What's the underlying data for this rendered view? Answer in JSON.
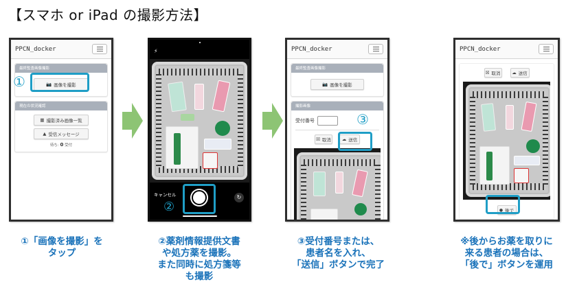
{
  "title": "【スマホ or iPad の撮影方法】",
  "colors": {
    "highlight": "#1f9ec6",
    "arrow": "#8dc474",
    "caption": "#1b73ba",
    "card_header": "#a9b0ba",
    "phone_frame": "#2e2e2e"
  },
  "steps": [
    {
      "number": "①",
      "app": {
        "brand": "PPCN_docker",
        "menu_icon": "hamburger-icon",
        "cards": [
          {
            "header": "最終監査画像撮影",
            "buttons": [
              {
                "icon": "camera-icon",
                "label": "画像を撮影"
              }
            ]
          },
          {
            "header": "現在の状況確認",
            "buttons": [
              {
                "icon": "images-icon",
                "label": "撮影済み画像一覧"
              },
              {
                "icon": "bell-icon",
                "label": "受信メッセージ"
              }
            ],
            "status": {
              "prefix": "待ち:",
              "count": "0",
              "suffix": "受付"
            }
          }
        ]
      },
      "caption": "①「画像を撮影」を\nタップ"
    },
    {
      "number": "②",
      "camera": {
        "flash_icon": "flash-icon",
        "cancel_label": "キャンセル",
        "shutter_icon": "shutter-button",
        "switch_icon": "switch-camera-icon"
      },
      "caption": "②薬剤情報提供文書\nや処方薬を撮影。\nまた同時に処方箋等\nも撮影"
    },
    {
      "number": "③",
      "app": {
        "brand": "PPCN_docker",
        "menu_icon": "hamburger-icon",
        "cards": [
          {
            "header": "最終監査画像撮影",
            "buttons": [
              {
                "icon": "camera-icon",
                "label": "画像を撮影"
              }
            ]
          },
          {
            "header": "撮影画像",
            "field_label": "受付番号",
            "field_value": "",
            "buttons": [
              {
                "icon": "close-box-icon",
                "label": "取消"
              },
              {
                "icon": "cloud-upload-icon",
                "label": "送信"
              }
            ]
          }
        ]
      },
      "caption": "③受付番号または、\n患者名を入れ、\n「送信」ボタンで完了"
    },
    {
      "number": "※",
      "app": {
        "brand": "PPCN_docker",
        "menu_icon": "hamburger-icon",
        "buttons": [
          {
            "icon": "close-box-icon",
            "label": "取消"
          },
          {
            "icon": "cloud-upload-icon",
            "label": "送信"
          }
        ],
        "later_button": {
          "icon": "circle-icon",
          "label": "後で"
        }
      },
      "caption": "※後からお薬を取りに\n来る患者の場合は、\n「後で」ボタンを運用"
    }
  ]
}
